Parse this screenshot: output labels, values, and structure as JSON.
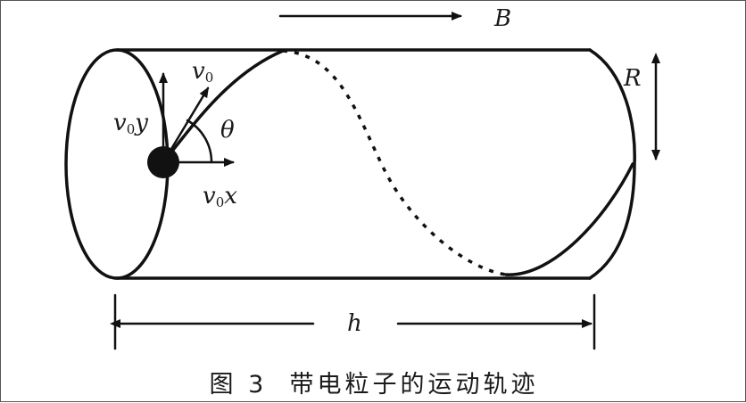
{
  "labels": {
    "field": "B",
    "radius": "R",
    "length": "h",
    "velocity_base": "v",
    "velocity_sub": "0",
    "vy_suffix": "y",
    "vx_suffix": "x",
    "angle": "θ"
  },
  "caption": {
    "figure": "图 3",
    "text": "带电粒子的运动轨迹"
  },
  "colors": {
    "ink": "#111111",
    "background": "#ffffff"
  }
}
